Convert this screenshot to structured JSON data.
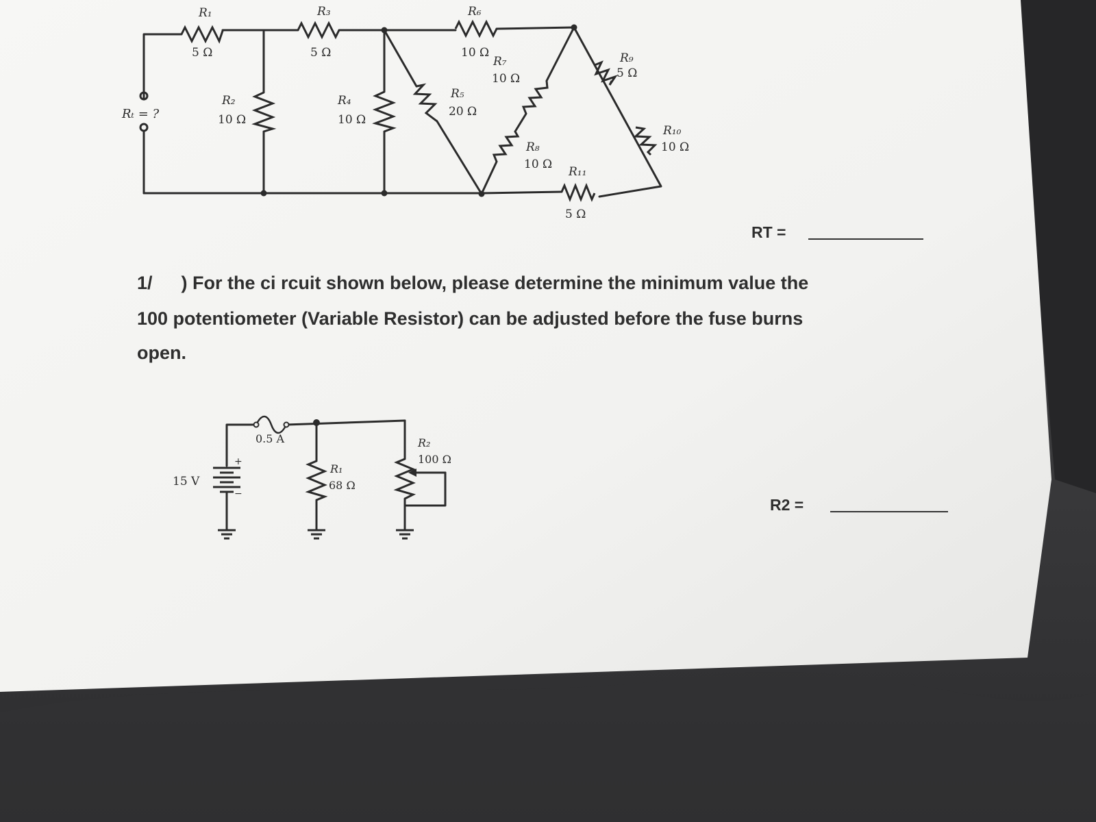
{
  "diagram1": {
    "rt_terminal_label": "Rₜ = ?",
    "resistors": [
      {
        "name": "R₁",
        "value": "5 Ω"
      },
      {
        "name": "R₂",
        "value": "10 Ω"
      },
      {
        "name": "R₃",
        "value": "5 Ω"
      },
      {
        "name": "R₄",
        "value": "10 Ω"
      },
      {
        "name": "R₅",
        "value": "20 Ω"
      },
      {
        "name": "R₆",
        "value": "10 Ω"
      },
      {
        "name": "R₇",
        "value": "10 Ω"
      },
      {
        "name": "R₈",
        "value": "10 Ω"
      },
      {
        "name": "R₉",
        "value": "5 Ω"
      },
      {
        "name": "R₁₀",
        "value": "10 Ω"
      },
      {
        "name": "R₁₁",
        "value": "5 Ω"
      }
    ]
  },
  "answer1": {
    "label": "RT ="
  },
  "question": {
    "number": "1/",
    "line1": ") For the ci rcuit shown below, please determine the minimum value the",
    "line2": "100 potentiometer (Variable Resistor) can be adjusted before the fuse burns",
    "line3": "open."
  },
  "diagram2": {
    "source_voltage": "15 V",
    "fuse_rating": "0.5 A",
    "r1_name": "R₁",
    "r1_value": "68 Ω",
    "r2_name": "R₂",
    "r2_value": "100 Ω"
  },
  "answer2": {
    "label": "R2 ="
  },
  "colors": {
    "paper": "#f4f4f2",
    "ink": "#2b2b2b",
    "fabric": "#3a3a3c"
  }
}
